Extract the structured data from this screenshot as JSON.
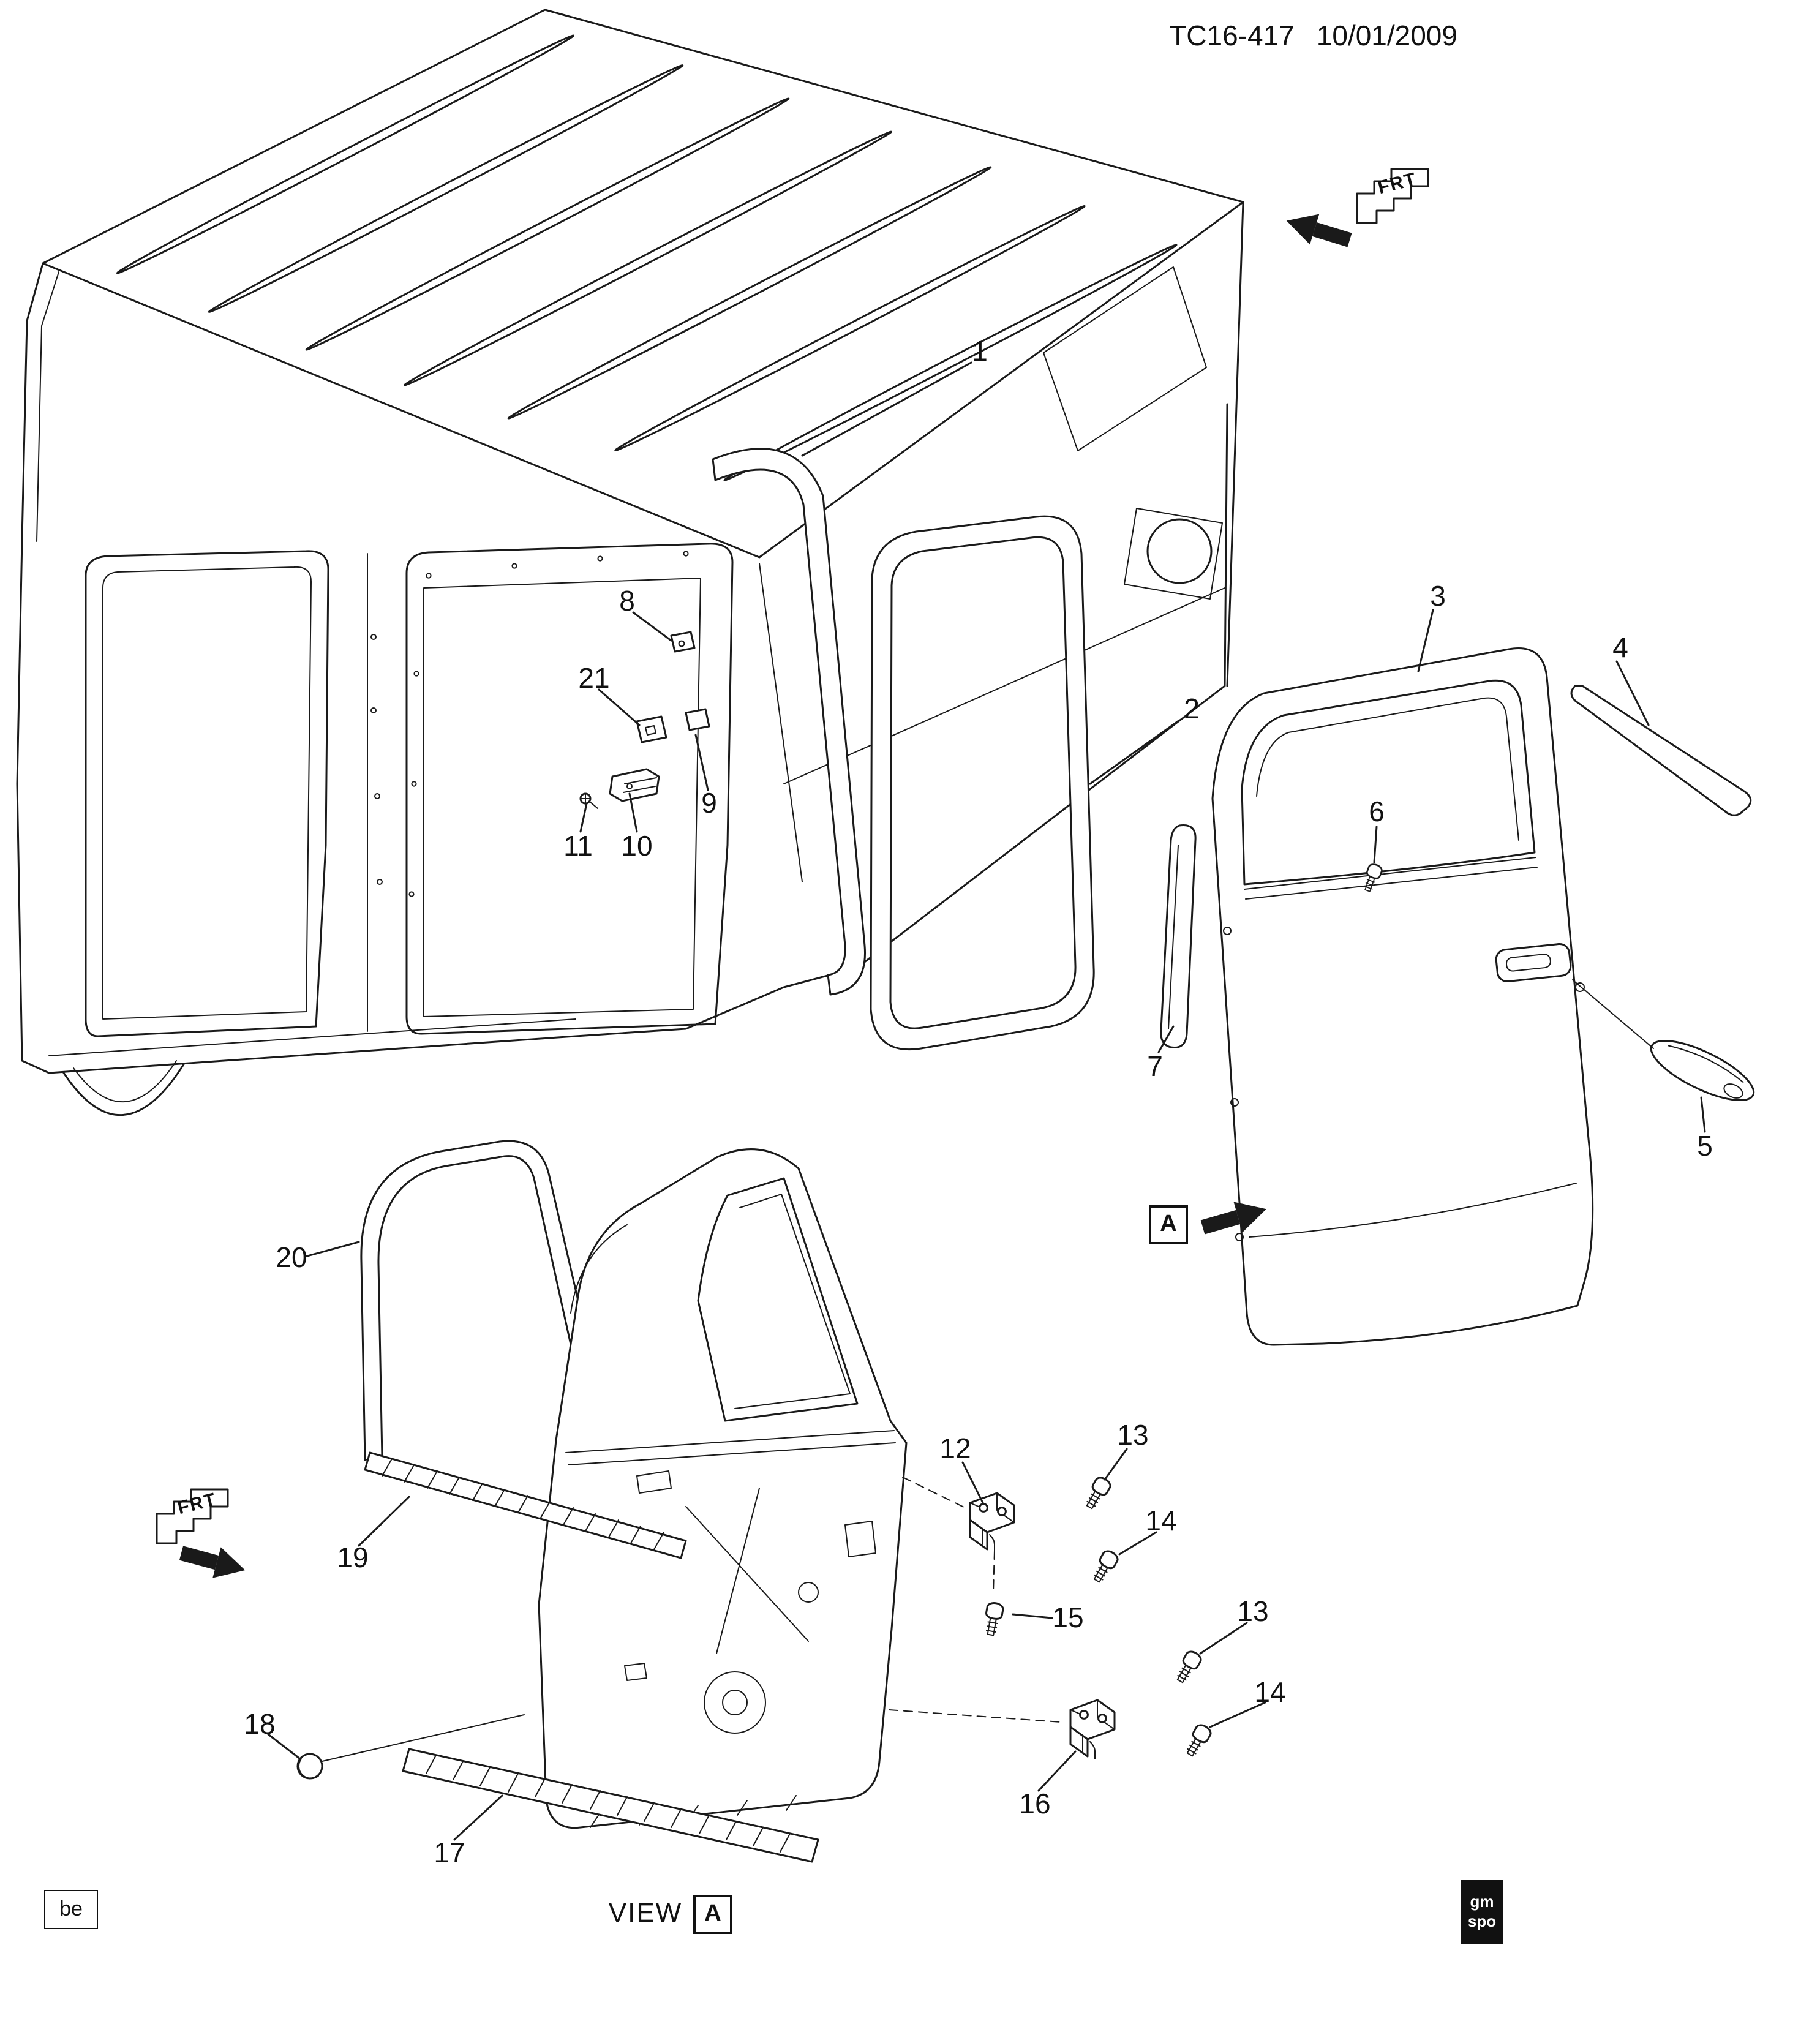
{
  "title": {
    "drawing_number": "TC16-417",
    "date": "10/01/2009"
  },
  "markers": {
    "frt_top": "FRT",
    "frt_side": "FRT",
    "section_letter": "A"
  },
  "footer": {
    "sheet_code": "be",
    "view_word": "VIEW",
    "view_letter": "A",
    "logo_line1": "gm",
    "logo_line2": "spo"
  },
  "callouts": [
    {
      "label": "1"
    },
    {
      "label": "2"
    },
    {
      "label": "3"
    },
    {
      "label": "4"
    },
    {
      "label": "5"
    },
    {
      "label": "6"
    },
    {
      "label": "7"
    },
    {
      "label": "8"
    },
    {
      "label": "9"
    },
    {
      "label": "10"
    },
    {
      "label": "11"
    },
    {
      "label": "12"
    },
    {
      "label": "13"
    },
    {
      "label": "14"
    },
    {
      "label": "15"
    },
    {
      "label": "16"
    },
    {
      "label": "17"
    },
    {
      "label": "18"
    },
    {
      "label": "19"
    },
    {
      "label": "20"
    },
    {
      "label": "21"
    },
    {
      "label": "13"
    },
    {
      "label": "14"
    }
  ]
}
